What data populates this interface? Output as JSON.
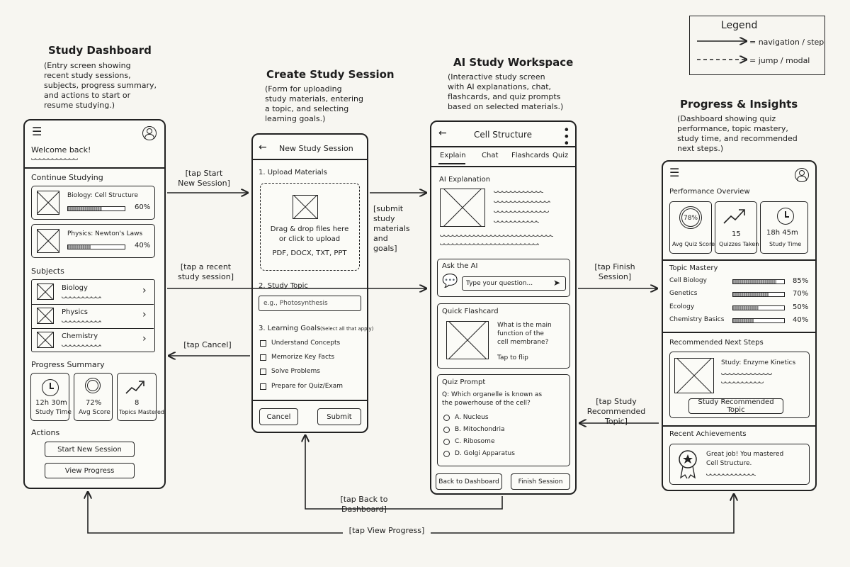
{
  "legend": {
    "title": "Legend",
    "nav": "= navigation / step",
    "jump": "= jump / modal"
  },
  "dashboard": {
    "heading": "Study Dashboard",
    "desc": "(Entry screen showing\nrecent study sessions,\nsubjects, progress summary,\nand actions to start or\nresume studying.)",
    "welcome": "Welcome back!",
    "continue_title": "Continue Studying",
    "sessions": [
      {
        "title": "Biology: Cell Structure",
        "percent": "60%",
        "progress": 0.6
      },
      {
        "title": "Physics: Newton's Laws",
        "percent": "40%",
        "progress": 0.4
      }
    ],
    "subjects_title": "Subjects",
    "subjects": [
      "Biology",
      "Physics",
      "Chemistry"
    ],
    "progress_title": "Progress Summary",
    "stats": [
      {
        "value": "12h 30m",
        "label": "Study Time",
        "icon": "clock-icon"
      },
      {
        "value": "72%",
        "label": "Avg Score",
        "icon": "ring-icon"
      },
      {
        "value": "8",
        "label": "Topics Mastered",
        "icon": "trend-icon"
      }
    ],
    "actions_title": "Actions",
    "start_button": "Start New Session",
    "view_button": "View Progress"
  },
  "create": {
    "heading": "Create Study Session",
    "desc": "(Form for uploading\nstudy materials, entering\na topic, and selecting\nlearning goals.)",
    "title": "New Study Session",
    "upload_label": "1. Upload Materials",
    "drop_text": "Drag & drop files here\nor click to upload",
    "formats": "PDF, DOCX, TXT, PPT",
    "topic_label": "2. Study Topic",
    "topic_placeholder": "e.g., Photosynthesis",
    "goals_label": "3. Learning Goals",
    "goals_hint": "(Select all that apply)",
    "goals": [
      "Understand Concepts",
      "Memorize Key Facts",
      "Solve Problems",
      "Prepare for Quiz/Exam"
    ],
    "cancel": "Cancel",
    "submit": "Submit"
  },
  "workspace": {
    "heading": "AI Study Workspace",
    "desc": "(Interactive study screen\nwith AI explanations, chat,\nflashcards, and quiz prompts\nbased on selected materials.)",
    "title": "Cell Structure",
    "tabs": [
      "Explain",
      "Chat",
      "Flashcards",
      "Quiz"
    ],
    "explanation_title": "AI Explanation",
    "ask_title": "Ask the AI",
    "ask_placeholder": "Type your question...",
    "flash_title": "Quick Flashcard",
    "flash_q": "What is the main\nfunction of the\ncell membrane?",
    "flash_hint": "Tap to flip",
    "quiz_title": "Quiz Prompt",
    "quiz_q": "Q: Which organelle is known as\n    the powerhouse of the cell?",
    "options": [
      "A. Nucleus",
      "B. Mitochondria",
      "C. Ribosome",
      "D. Golgi Apparatus"
    ],
    "back_button": "Back to Dashboard",
    "finish_button": "Finish Session"
  },
  "insights": {
    "heading": "Progress & Insights",
    "desc": "(Dashboard showing quiz\nperformance, topic mastery,\nstudy time, and recommended\nnext steps.)",
    "perf_title": "Performance Overview",
    "cards": [
      {
        "value": "78%",
        "label": "Avg Quiz Score"
      },
      {
        "value": "15",
        "label": "Quizzes Taken"
      },
      {
        "value": "18h 45m",
        "label": "Study Time"
      }
    ],
    "mastery_title": "Topic Mastery",
    "topics": [
      {
        "name": "Cell Biology",
        "percent": "85%",
        "progress": 0.85
      },
      {
        "name": "Genetics",
        "percent": "70%",
        "progress": 0.7
      },
      {
        "name": "Ecology",
        "percent": "50%",
        "progress": 0.5
      },
      {
        "name": "Chemistry Basics",
        "percent": "40%",
        "progress": 0.4
      }
    ],
    "next_title": "Recommended Next Steps",
    "next_item": "Study: Enzyme Kinetics",
    "next_button": "Study Recommended Topic",
    "ach_title": "Recent Achievements",
    "ach_text": "Great job! You mastered\nCell Structure."
  },
  "transitions": {
    "start": "[tap Start\nNew Session]",
    "recent": "[tap a recent\nstudy session]",
    "cancel": "[tap Cancel]",
    "submit": "[submit study\nmaterials and\ngoals]",
    "finish": "[tap Finish\nSession]",
    "recommended": "[tap Study\nRecommended\nTopic]",
    "back": "[tap Back to Dashboard]",
    "view": "[tap View Progress]"
  }
}
